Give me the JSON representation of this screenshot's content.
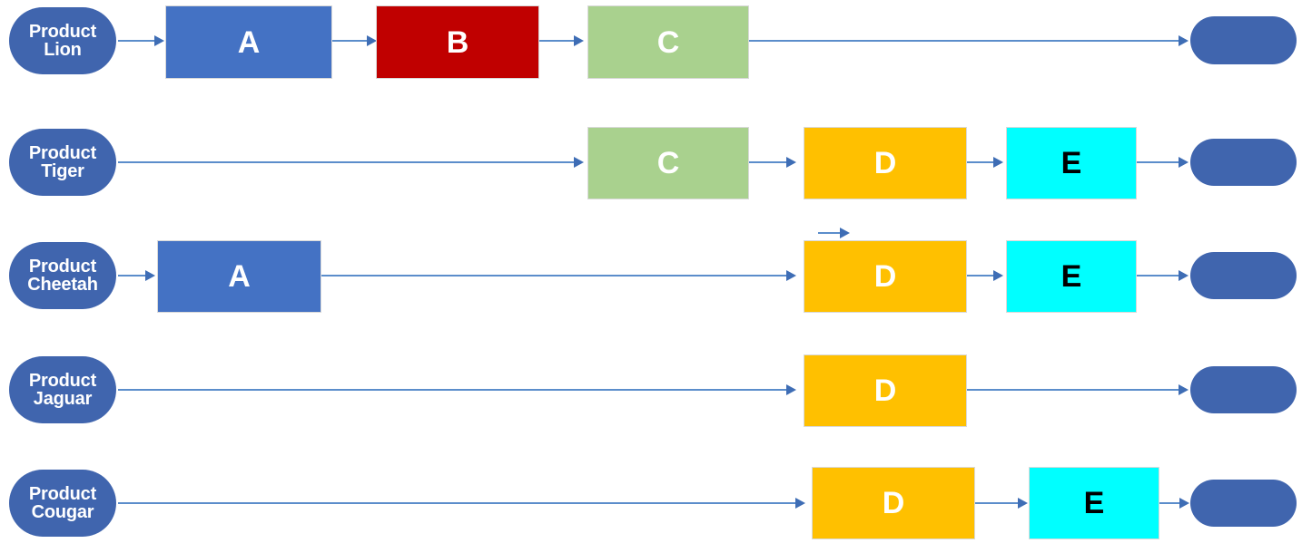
{
  "diagram": {
    "type": "swimlane-process-flow",
    "title": "",
    "colors": {
      "pill": "#4065AE",
      "endcap": "#4065AE",
      "step_A": "#4472C4",
      "step_B": "#C00000",
      "step_C": "#A9D18E",
      "step_D": "#FFC000",
      "step_E": "#00FFFF",
      "connector": "#5B8DCB",
      "arrowhead": "#3E6DB5",
      "step_border": "#D9D9D9",
      "label_light": "#FFFFFF",
      "label_dark": "#000000",
      "background": "#FFFFFF"
    },
    "lanes": [
      {
        "id": "lane-lion",
        "product_line1": "Product",
        "product_line2": "Lion",
        "steps": [
          {
            "label": "A",
            "color": "#4472C4",
            "text_color": "#FFFFFF"
          },
          {
            "label": "B",
            "color": "#C00000",
            "text_color": "#FFFFFF"
          },
          {
            "label": "C",
            "color": "#A9D18E",
            "text_color": "#FFFFFF"
          }
        ],
        "end_label": ""
      },
      {
        "id": "lane-tiger",
        "product_line1": "Product",
        "product_line2": "Tiger",
        "steps": [
          {
            "label": "C",
            "color": "#A9D18E",
            "text_color": "#FFFFFF"
          },
          {
            "label": "D",
            "color": "#FFC000",
            "text_color": "#FFFFFF"
          },
          {
            "label": "E",
            "color": "#00FFFF",
            "text_color": "#000000"
          }
        ],
        "end_label": ""
      },
      {
        "id": "lane-cheetah",
        "product_line1": "Product",
        "product_line2": "Cheetah",
        "steps": [
          {
            "label": "A",
            "color": "#4472C4",
            "text_color": "#FFFFFF"
          },
          {
            "label": "D",
            "color": "#FFC000",
            "text_color": "#FFFFFF"
          },
          {
            "label": "E",
            "color": "#00FFFF",
            "text_color": "#000000"
          }
        ],
        "end_label": ""
      },
      {
        "id": "lane-jaguar",
        "product_line1": "Product",
        "product_line2": "Jaguar",
        "steps": [
          {
            "label": "D",
            "color": "#FFC000",
            "text_color": "#FFFFFF"
          }
        ],
        "end_label": ""
      },
      {
        "id": "lane-cougar",
        "product_line1": "Product",
        "product_line2": "Cougar",
        "steps": [
          {
            "label": "D",
            "color": "#FFC000",
            "text_color": "#FFFFFF"
          },
          {
            "label": "E",
            "color": "#00FFFF",
            "text_color": "#000000"
          }
        ],
        "end_label": ""
      }
    ]
  }
}
